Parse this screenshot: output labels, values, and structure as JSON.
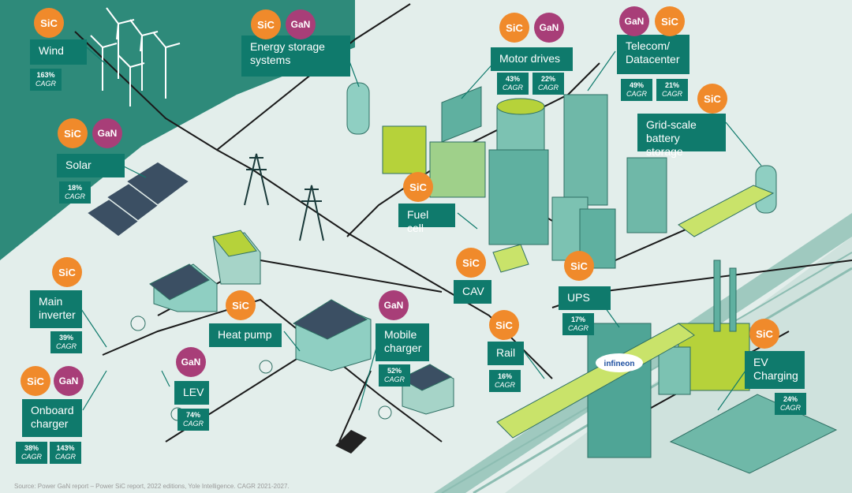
{
  "applications": [
    {
      "id": "wind",
      "label": "Wind",
      "badges": [
        "SiC"
      ],
      "cagr": [
        "163%"
      ]
    },
    {
      "id": "energy-storage",
      "label": "Energy storage systems",
      "badges": [
        "SiC",
        "GaN"
      ],
      "cagr": []
    },
    {
      "id": "motor-drives",
      "label": "Motor drives",
      "badges": [
        "SiC",
        "GaN"
      ],
      "cagr": [
        "43%",
        "22%"
      ]
    },
    {
      "id": "telecom",
      "label": "Telecom/ Datacenter",
      "badges": [
        "GaN",
        "SiC"
      ],
      "cagr": [
        "49%",
        "21%"
      ]
    },
    {
      "id": "solar",
      "label": "Solar",
      "badges": [
        "SiC",
        "GaN"
      ],
      "cagr": [
        "18%"
      ]
    },
    {
      "id": "grid-battery",
      "label": "Grid-scale battery storage",
      "badges": [
        "SiC"
      ],
      "cagr": []
    },
    {
      "id": "fuel-cell",
      "label": "Fuel cell",
      "badges": [
        "SiC"
      ],
      "cagr": []
    },
    {
      "id": "cav",
      "label": "CAV",
      "badges": [
        "SiC"
      ],
      "cagr": []
    },
    {
      "id": "main-inverter",
      "label": "Main inverter",
      "badges": [
        "SiC"
      ],
      "cagr": [
        "39%"
      ]
    },
    {
      "id": "heat-pump",
      "label": "Heat pump",
      "badges": [
        "SiC"
      ],
      "cagr": []
    },
    {
      "id": "ups",
      "label": "UPS",
      "badges": [
        "SiC"
      ],
      "cagr": [
        "17%"
      ]
    },
    {
      "id": "mobile-charger",
      "label": "Mobile charger",
      "badges": [
        "GaN"
      ],
      "cagr": [
        "52%"
      ]
    },
    {
      "id": "rail",
      "label": "Rail",
      "badges": [
        "SiC"
      ],
      "cagr": [
        "16%"
      ]
    },
    {
      "id": "lev",
      "label": "LEV",
      "badges": [
        "GaN"
      ],
      "cagr": [
        "74%"
      ]
    },
    {
      "id": "ev-charging",
      "label": "EV Charging",
      "badges": [
        "SiC"
      ],
      "cagr": [
        "24%"
      ]
    },
    {
      "id": "onboard-charger",
      "label": "Onboard charger",
      "badges": [
        "SiC",
        "GaN"
      ],
      "cagr": [
        "38%",
        "143%"
      ]
    }
  ],
  "cagr_unit": "CAGR",
  "building_logo": "infineon",
  "source": "Source: Power GaN report – Power SiC report, 2022 editions, Yole Intelligence. CAGR 2021-2027.",
  "colors": {
    "sic": "#f08a2b",
    "gan": "#a83e78",
    "label_bg": "#0f7a6c",
    "grid_area": "#2e8a7a",
    "building": "#5fb0a0",
    "lime": "#b6d23a"
  }
}
